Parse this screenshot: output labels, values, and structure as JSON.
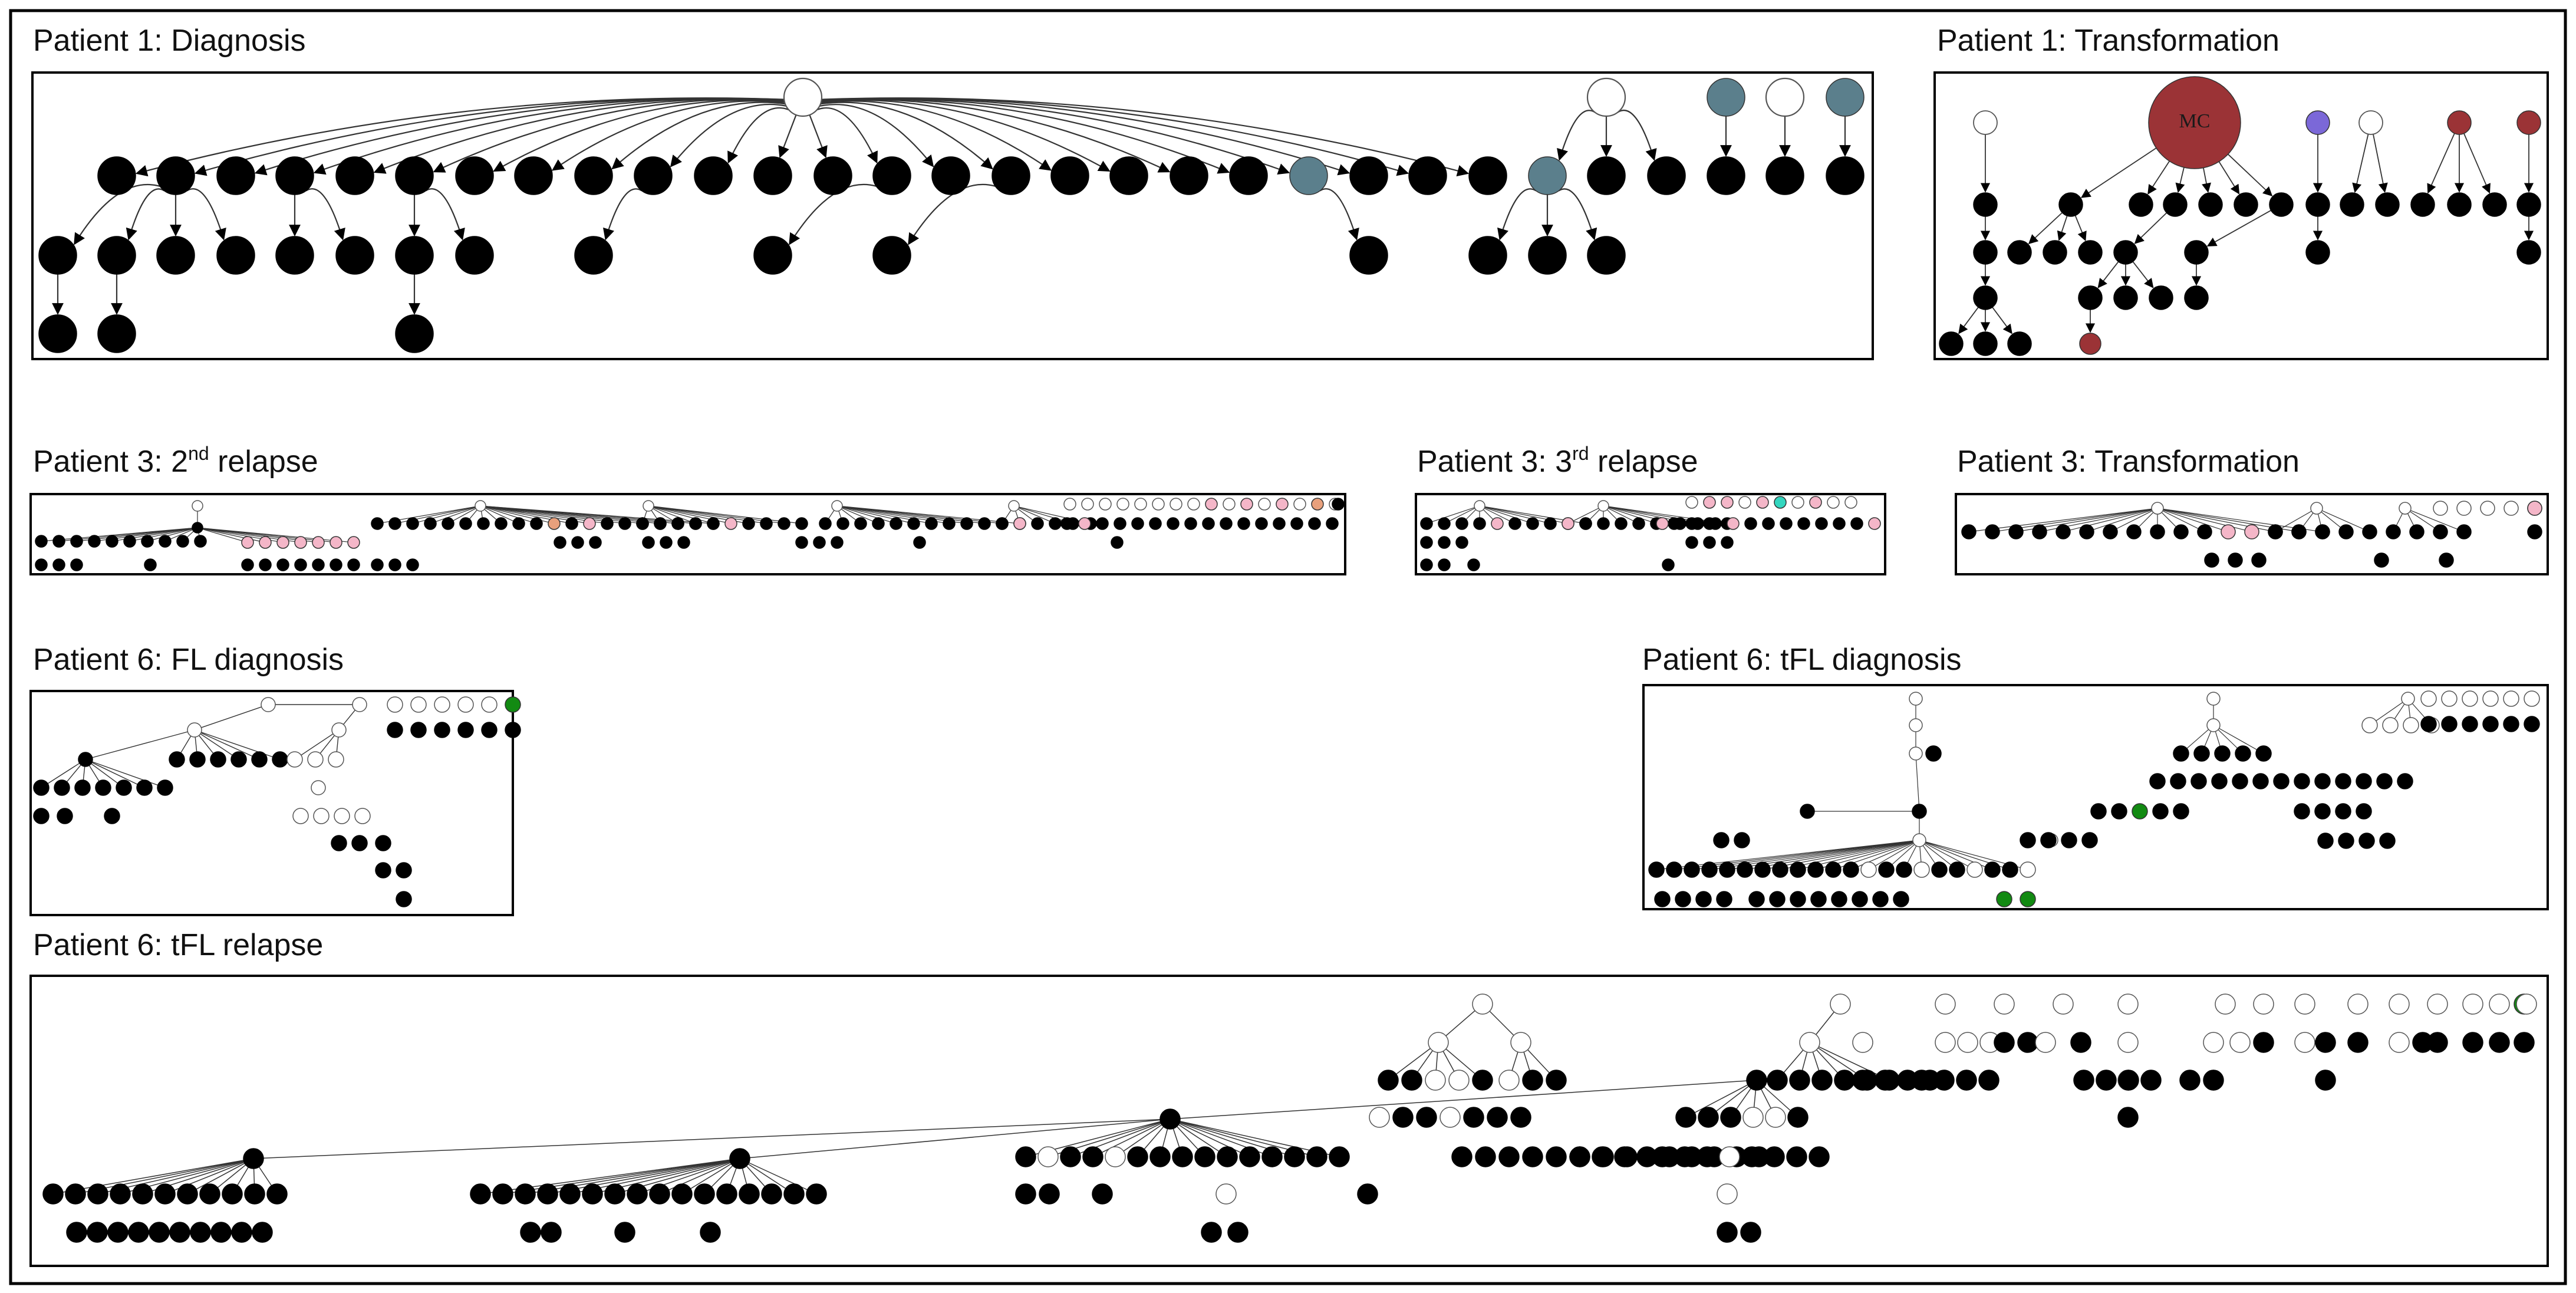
{
  "colors": {
    "black": "#000000",
    "white": "#ffffff",
    "slate": "#5b7f8c",
    "crimson": "#9b3336",
    "violet": "#7b68d8",
    "pink": "#f4b6c8",
    "salmon": "#e8a07c",
    "teal": "#33d6bf",
    "green": "#128a12"
  },
  "panels": [
    {
      "key": "p1d",
      "title": "Patient 1: Diagnosis"
    },
    {
      "key": "p1t",
      "title": "Patient 1: Transformation",
      "node_label": "MC"
    },
    {
      "key": "p3r2",
      "title_prefix": "Patient 3: 2",
      "title_sup": "nd",
      "title_suffix": " relapse"
    },
    {
      "key": "p3r3",
      "title_prefix": "Patient 3: 3",
      "title_sup": "rd",
      "title_suffix": " relapse"
    },
    {
      "key": "p3t",
      "title": "Patient 3: Transformation"
    },
    {
      "key": "p6fl",
      "title": "Patient 6: FL diagnosis"
    },
    {
      "key": "p6tfl",
      "title": "Patient 6: tFL diagnosis"
    },
    {
      "key": "p6rel",
      "title": "Patient 6: tFL relapse"
    }
  ]
}
